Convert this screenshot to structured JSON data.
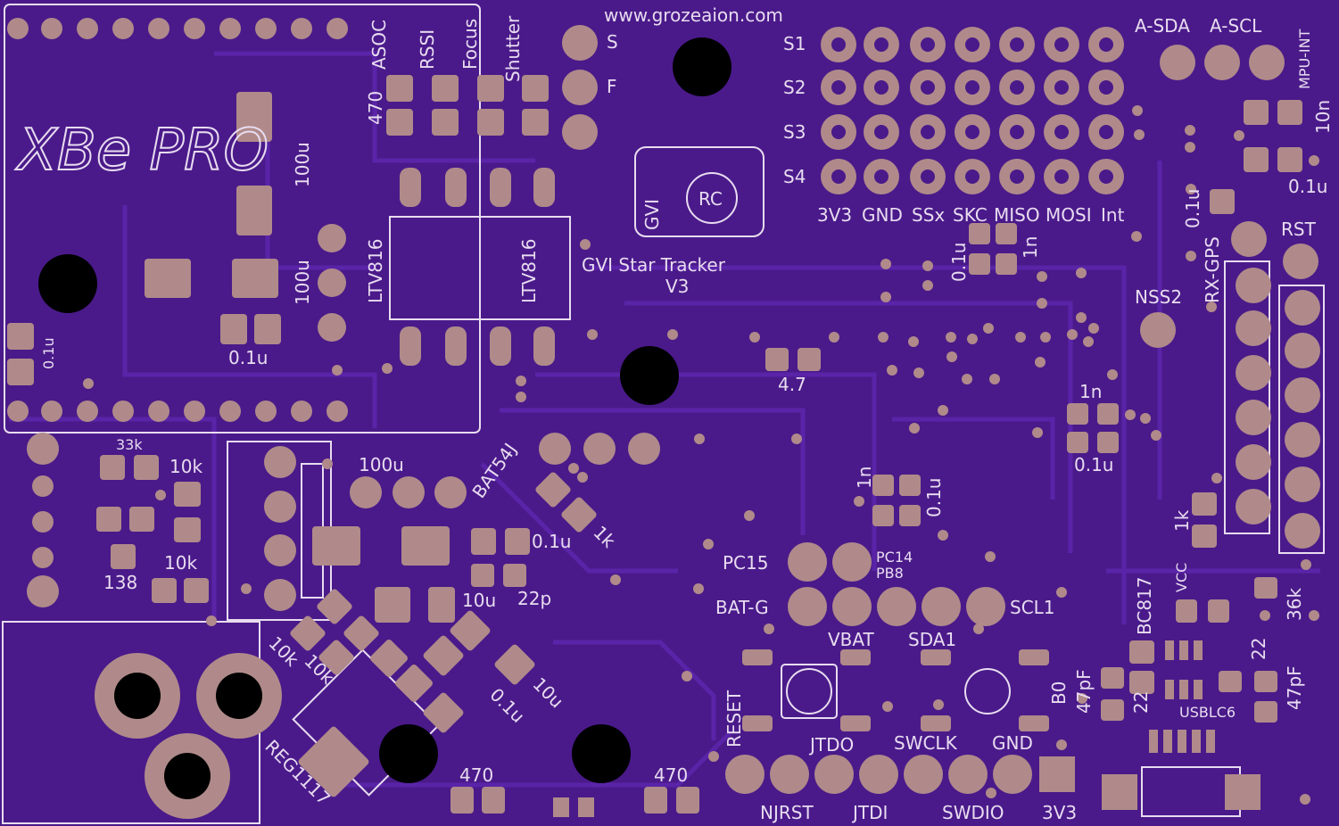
{
  "colors": {
    "board": "#4a1a8a",
    "trace": "#5a24a8",
    "pad": "#b08a8a",
    "silkscreen": "#e8dcf0",
    "hole": "#000000"
  },
  "branding": {
    "website": "www.grozeaion.com",
    "logo_text": "XBe PRO",
    "title_line1": "GVI Star Tracker",
    "title_line2": "V3",
    "camera_logo_gvi": "GVI",
    "camera_logo_rc": "RC"
  },
  "top_left": {
    "labels": [
      "ASOC",
      "RSSI",
      "Focus",
      "Shutter",
      "470"
    ],
    "cap_100u_a": "100u",
    "cap_100u_b": "100u",
    "cap_01u_a": "0.1u",
    "cap_01u_b": "0.1u",
    "ic_a": "LTV816",
    "ic_b": "LTV816"
  },
  "header_sf": {
    "s": "S",
    "f": "F"
  },
  "servo_header": {
    "rows": [
      "S1",
      "S2",
      "S3",
      "S4"
    ],
    "columns": [
      "3V3",
      "GND",
      "SSx",
      "SKC",
      "MISO",
      "MOSI",
      "Int"
    ]
  },
  "mpu": {
    "sda": "A-SDA",
    "scl": "A-SCL",
    "label": "MPU-INT",
    "cap_10n": "10n",
    "cap_01u": "0.1u"
  },
  "gps": {
    "rx": "RX-GPS",
    "rst": "RST",
    "cap": "0.1u",
    "nss2": "NSS2"
  },
  "middle": {
    "cap_01u": "0.1u",
    "cap_1n": "1n",
    "res_47": "4.7",
    "cap_1n_b": "1n",
    "cap_01u_b": "0.1u",
    "cap_1n_c": "1n",
    "cap_01u_c": "0.1u"
  },
  "left_mid": {
    "r33k": "33k",
    "r10k_a": "10k",
    "r10k_b": "10k",
    "r138": "138",
    "c100u": "100u",
    "diode": "BAT54J",
    "c01u": "0.1u",
    "r1k": "1k",
    "c10u": "10u",
    "c22p": "22p"
  },
  "pc_header": {
    "pc15": "PC15",
    "pc14": "PC14",
    "pb8": "PB8",
    "batg": "BAT-G",
    "scl1": "SCL1",
    "vbat": "VBAT",
    "sda1": "SDA1"
  },
  "bottom": {
    "reg": "REG1117",
    "r10k_a": "10k",
    "r10k_b": "10k",
    "c01u": "0.1u",
    "c10u": "10u",
    "r470_a": "470",
    "r470_b": "470",
    "reset": "RESET",
    "b0": "B0",
    "jtdo": "JTDO",
    "swclk": "SWCLK",
    "gnd": "GND",
    "njrst": "NJRST",
    "jtdi": "JTDI",
    "swdio": "SWDIO",
    "v33": "3V3"
  },
  "usb": {
    "bc817": "BC817",
    "vcc": "VCC",
    "r1k": "1k",
    "r36k": "36k",
    "r22a": "22",
    "r22b": "22",
    "c47a": "47pF",
    "c47b": "47pF",
    "usblc6": "USBLC6"
  }
}
